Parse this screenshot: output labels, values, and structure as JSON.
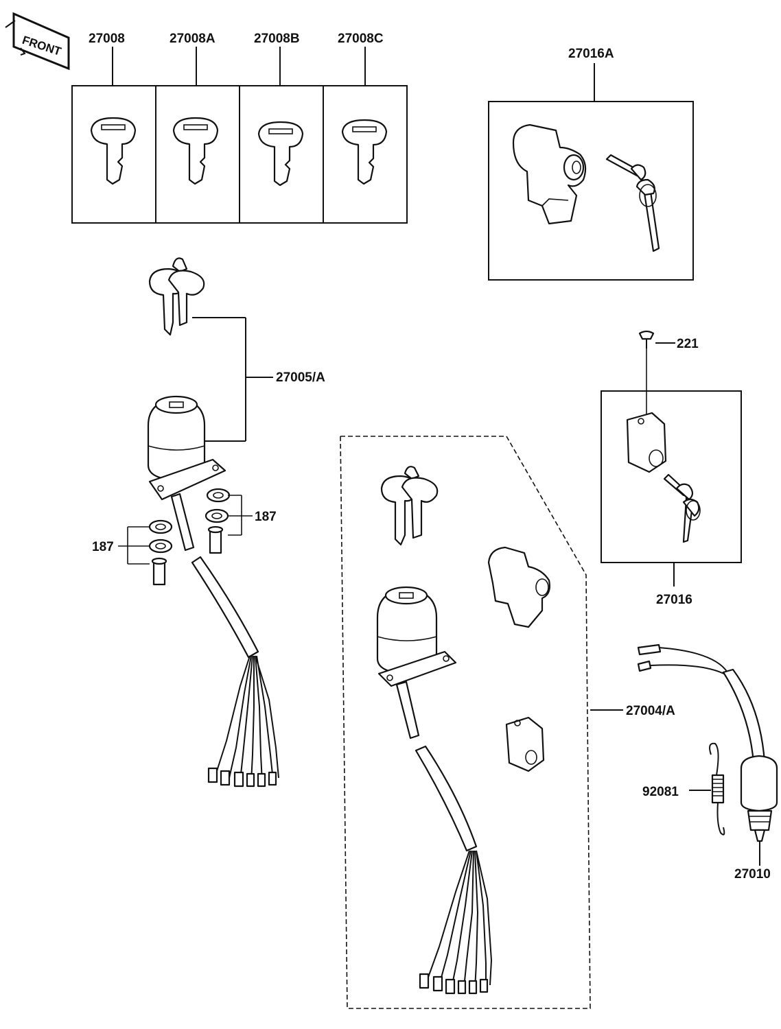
{
  "front_badge": "FRONT",
  "labels": {
    "key_27008": "27008",
    "key_27008A": "27008A",
    "key_27008B": "27008B",
    "key_27008C": "27008C",
    "lock_set_27016A": "27016A",
    "screw_221": "221",
    "ignition_27005A": "27005/A",
    "washer_187_right": "187",
    "washer_187_left": "187",
    "lock_27016": "27016",
    "set_27004A": "27004/A",
    "spring_92081": "92081",
    "switch_27010": "27010"
  }
}
